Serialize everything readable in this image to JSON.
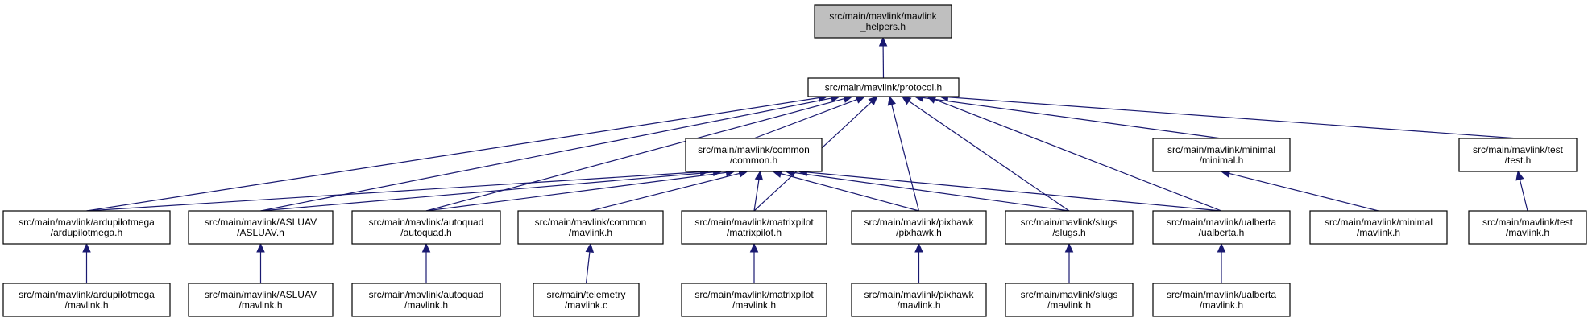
{
  "graph": {
    "nodes": [
      {
        "id": "helpers",
        "lines": [
          "src/main/mavlink/mavlink",
          "_helpers.h"
        ],
        "root": true
      },
      {
        "id": "protocol",
        "lines": [
          "src/main/mavlink/protocol.h"
        ]
      },
      {
        "id": "common",
        "lines": [
          "src/main/mavlink/common",
          "/common.h"
        ]
      },
      {
        "id": "minimal",
        "lines": [
          "src/main/mavlink/minimal",
          "/minimal.h"
        ]
      },
      {
        "id": "test",
        "lines": [
          "src/main/mavlink/test",
          "/test.h"
        ]
      },
      {
        "id": "ardupilotmega",
        "lines": [
          "src/main/mavlink/ardupilotmega",
          "/ardupilotmega.h"
        ]
      },
      {
        "id": "asluav",
        "lines": [
          "src/main/mavlink/ASLUAV",
          "/ASLUAV.h"
        ]
      },
      {
        "id": "autoquad",
        "lines": [
          "src/main/mavlink/autoquad",
          "/autoquad.h"
        ]
      },
      {
        "id": "common_mavlink",
        "lines": [
          "src/main/mavlink/common",
          "/mavlink.h"
        ]
      },
      {
        "id": "matrixpilot",
        "lines": [
          "src/main/mavlink/matrixpilot",
          "/matrixpilot.h"
        ]
      },
      {
        "id": "pixhawk",
        "lines": [
          "src/main/mavlink/pixhawk",
          "/pixhawk.h"
        ]
      },
      {
        "id": "slugs",
        "lines": [
          "src/main/mavlink/slugs",
          "/slugs.h"
        ]
      },
      {
        "id": "ualberta",
        "lines": [
          "src/main/mavlink/ualberta",
          "/ualberta.h"
        ]
      },
      {
        "id": "minimal_mavlink",
        "lines": [
          "src/main/mavlink/minimal",
          "/mavlink.h"
        ]
      },
      {
        "id": "test_mavlink",
        "lines": [
          "src/main/mavlink/test",
          "/mavlink.h"
        ]
      },
      {
        "id": "ardupilotmega_mavlink",
        "lines": [
          "src/main/mavlink/ardupilotmega",
          "/mavlink.h"
        ]
      },
      {
        "id": "asluav_mavlink",
        "lines": [
          "src/main/mavlink/ASLUAV",
          "/mavlink.h"
        ]
      },
      {
        "id": "autoquad_mavlink",
        "lines": [
          "src/main/mavlink/autoquad",
          "/mavlink.h"
        ]
      },
      {
        "id": "telemetry_mavlink",
        "lines": [
          "src/main/telemetry",
          "/mavlink.c"
        ]
      },
      {
        "id": "matrixpilot_mavlink",
        "lines": [
          "src/main/mavlink/matrixpilot",
          "/mavlink.h"
        ]
      },
      {
        "id": "pixhawk_mavlink",
        "lines": [
          "src/main/mavlink/pixhawk",
          "/mavlink.h"
        ]
      },
      {
        "id": "slugs_mavlink",
        "lines": [
          "src/main/mavlink/slugs",
          "/mavlink.h"
        ]
      },
      {
        "id": "ualberta_mavlink",
        "lines": [
          "src/main/mavlink/ualberta",
          "/mavlink.h"
        ]
      }
    ],
    "edges": [
      {
        "from": "protocol",
        "to": "helpers"
      },
      {
        "from": "common",
        "to": "protocol"
      },
      {
        "from": "minimal",
        "to": "protocol"
      },
      {
        "from": "test",
        "to": "protocol"
      },
      {
        "from": "ardupilotmega",
        "to": "protocol"
      },
      {
        "from": "asluav",
        "to": "protocol"
      },
      {
        "from": "autoquad",
        "to": "protocol"
      },
      {
        "from": "matrixpilot",
        "to": "protocol"
      },
      {
        "from": "pixhawk",
        "to": "protocol"
      },
      {
        "from": "slugs",
        "to": "protocol"
      },
      {
        "from": "ualberta",
        "to": "protocol"
      },
      {
        "from": "ardupilotmega",
        "to": "common"
      },
      {
        "from": "asluav",
        "to": "common"
      },
      {
        "from": "autoquad",
        "to": "common"
      },
      {
        "from": "common_mavlink",
        "to": "common"
      },
      {
        "from": "matrixpilot",
        "to": "common"
      },
      {
        "from": "pixhawk",
        "to": "common"
      },
      {
        "from": "slugs",
        "to": "common"
      },
      {
        "from": "ualberta",
        "to": "common"
      },
      {
        "from": "minimal_mavlink",
        "to": "minimal"
      },
      {
        "from": "test_mavlink",
        "to": "test"
      },
      {
        "from": "ardupilotmega_mavlink",
        "to": "ardupilotmega"
      },
      {
        "from": "asluav_mavlink",
        "to": "asluav"
      },
      {
        "from": "autoquad_mavlink",
        "to": "autoquad"
      },
      {
        "from": "telemetry_mavlink",
        "to": "common_mavlink"
      },
      {
        "from": "matrixpilot_mavlink",
        "to": "matrixpilot"
      },
      {
        "from": "pixhawk_mavlink",
        "to": "pixhawk"
      },
      {
        "from": "slugs_mavlink",
        "to": "slugs"
      },
      {
        "from": "ualberta_mavlink",
        "to": "ualberta"
      }
    ],
    "colors": {
      "edge": "#191970",
      "root_fill": "#bfbfbf",
      "node_fill": "#ffffff",
      "node_border": "#000000"
    }
  }
}
